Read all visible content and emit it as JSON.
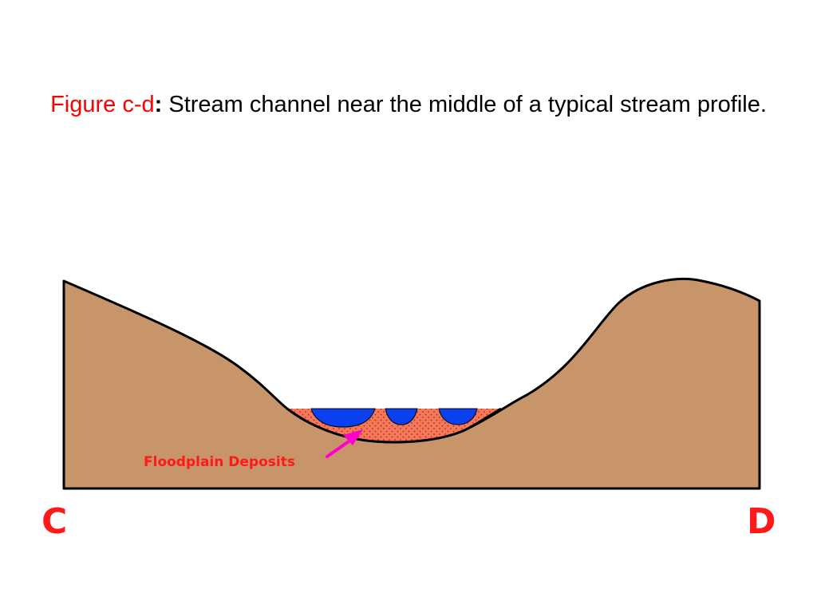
{
  "caption": {
    "label": "Figure c-d",
    "colon": ":",
    "text": " Stream channel near the middle of a typical stream profile."
  },
  "diagram": {
    "deposit_label": "Floodplain Deposits",
    "endpoint_left": "C",
    "endpoint_right": "D",
    "colors": {
      "ground": "#c8956a",
      "deposits": "#f07a5a",
      "deposit_dots": "#cc1a1a",
      "water": "#0a40f0",
      "arrow": "#ff00cc",
      "label": "#ff1a1a",
      "outline": "#000000"
    }
  }
}
